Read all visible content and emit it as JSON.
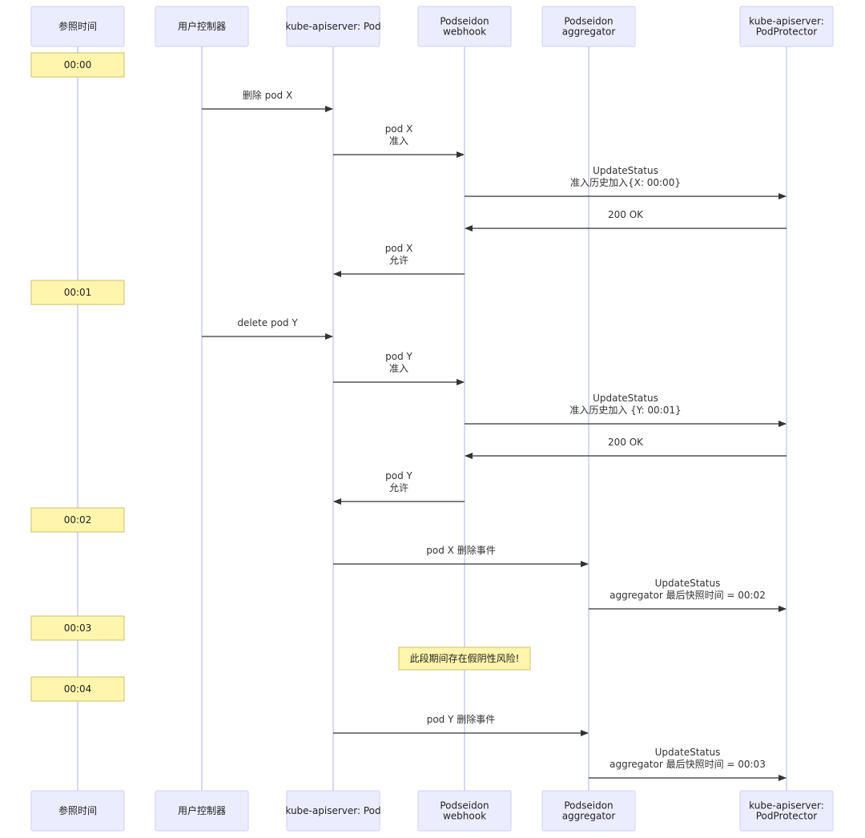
{
  "actors": [
    {
      "id": "ref",
      "lines": [
        "参照时间"
      ]
    },
    {
      "id": "user",
      "lines": [
        "用户控制器"
      ]
    },
    {
      "id": "apipod",
      "lines": [
        "kube-apiserver: Pod"
      ]
    },
    {
      "id": "webhook",
      "lines": [
        "Podseidon",
        "webhook"
      ]
    },
    {
      "id": "aggregator",
      "lines": [
        "Podseidon",
        "aggregator"
      ]
    },
    {
      "id": "protector",
      "lines": [
        "kube-apiserver:",
        "PodProtector"
      ]
    }
  ],
  "time_notes": [
    "00:00",
    "00:01",
    "00:02",
    "00:03",
    "00:04"
  ],
  "messages": [
    {
      "from": "user",
      "to": "apipod",
      "lines": [
        "删除 pod X"
      ]
    },
    {
      "from": "apipod",
      "to": "webhook",
      "lines": [
        "pod X",
        "准入"
      ]
    },
    {
      "from": "webhook",
      "to": "protector",
      "lines": [
        "UpdateStatus",
        "准入历史加入{X: 00:00}"
      ]
    },
    {
      "from": "protector",
      "to": "webhook",
      "lines": [
        "200 OK"
      ]
    },
    {
      "from": "webhook",
      "to": "apipod",
      "lines": [
        "pod X",
        "允许"
      ]
    },
    {
      "from": "user",
      "to": "apipod",
      "lines": [
        "delete pod Y"
      ]
    },
    {
      "from": "apipod",
      "to": "webhook",
      "lines": [
        "pod Y",
        "准入"
      ]
    },
    {
      "from": "webhook",
      "to": "protector",
      "lines": [
        "UpdateStatus",
        "准入历史加入 {Y: 00:01}"
      ]
    },
    {
      "from": "protector",
      "to": "webhook",
      "lines": [
        "200 OK"
      ]
    },
    {
      "from": "webhook",
      "to": "apipod",
      "lines": [
        "pod Y",
        "允许"
      ]
    },
    {
      "from": "apipod",
      "to": "aggregator",
      "lines": [
        "pod X 删除事件"
      ]
    },
    {
      "from": "aggregator",
      "to": "protector",
      "lines": [
        "UpdateStatus",
        "aggregator 最后快照时间 = 00:02"
      ]
    },
    {
      "from": "apipod",
      "to": "aggregator",
      "lines": [
        "pod Y 删除事件"
      ]
    },
    {
      "from": "aggregator",
      "to": "protector",
      "lines": [
        "UpdateStatus",
        "aggregator 最后快照时间 = 00:03"
      ]
    }
  ],
  "risk_note": "此段期间存在假阴性风险!"
}
